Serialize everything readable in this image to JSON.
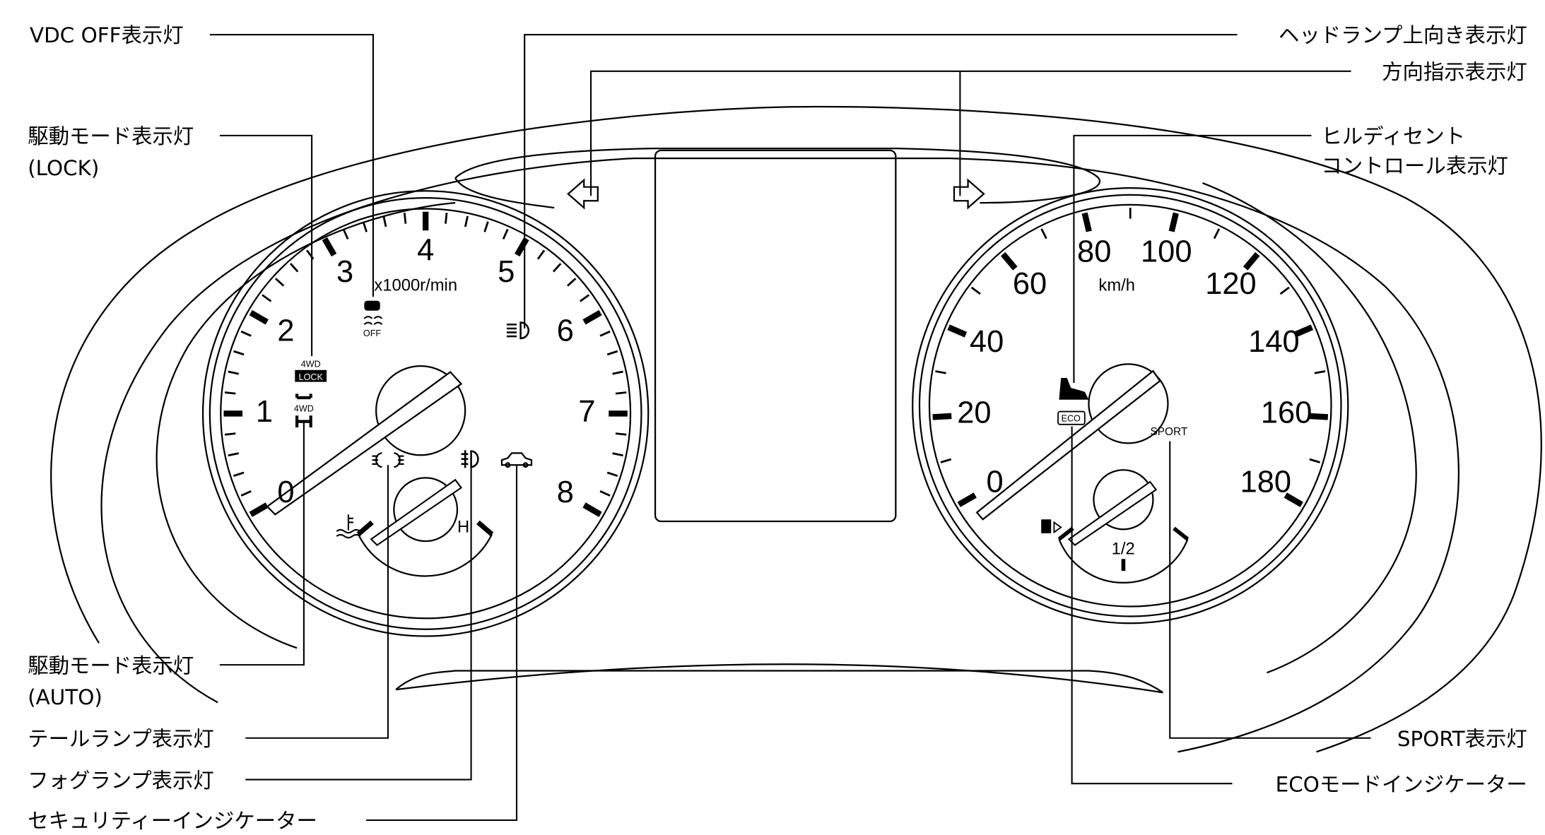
{
  "labels": {
    "vdc_off": "VDC OFF表示灯",
    "drive_lock": "駆動モード表示灯",
    "drive_lock_sub": "(LOCK)",
    "drive_auto": "駆動モード表示灯",
    "drive_auto_sub": "(AUTO)",
    "tail_lamp": "テールランプ表示灯",
    "fog_lamp": "フォグランプ表示灯",
    "security": "セキュリティーインジケーター",
    "high_beam": "ヘッドランプ上向き表示灯",
    "turn_signal": "方向指示表示灯",
    "hill_descent": "ヒルディセント",
    "hill_descent_sub": "コントロール表示灯",
    "sport": "SPORT表示灯",
    "eco": "ECOモードインジケーター"
  },
  "tachometer": {
    "unit": "x1000r/min",
    "labels": [
      "0",
      "1",
      "2",
      "3",
      "4",
      "5",
      "6",
      "7",
      "8"
    ]
  },
  "speedometer": {
    "unit": "km/h",
    "labels": [
      "0",
      "20",
      "40",
      "60",
      "80",
      "100",
      "120",
      "140",
      "160",
      "180"
    ]
  },
  "temp_gauge": {
    "hot": "H"
  },
  "fuel_gauge": {
    "half": "1/2"
  },
  "icon_text": {
    "fourwd": "4WD",
    "lock": "LOCK",
    "off": "OFF",
    "eco": "ECO",
    "sport": "SPORT"
  }
}
